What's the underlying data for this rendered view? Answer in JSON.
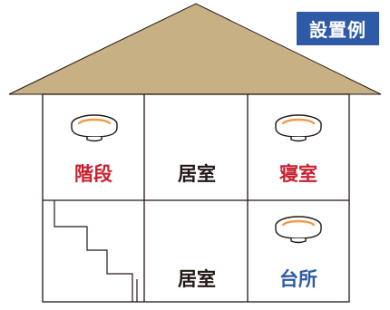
{
  "badge": {
    "label": "設置例",
    "color": "#2f5aa7"
  },
  "rooms": {
    "stairs": {
      "label": "階段",
      "color": "#c8212e",
      "has_detector": true
    },
    "upper_middle": {
      "label": "居室",
      "color": "#231815",
      "has_detector": false
    },
    "bedroom": {
      "label": "寝室",
      "color": "#c8212e",
      "has_detector": true
    },
    "lower_middle": {
      "label": "居室",
      "color": "#231815",
      "has_detector": false
    },
    "kitchen": {
      "label": "台所",
      "color": "#2f5aa7",
      "has_detector": true
    }
  },
  "colors": {
    "roof_fill": "#c7b083",
    "wall_line": "#231815",
    "detector_ring": "#ef9c4b"
  }
}
